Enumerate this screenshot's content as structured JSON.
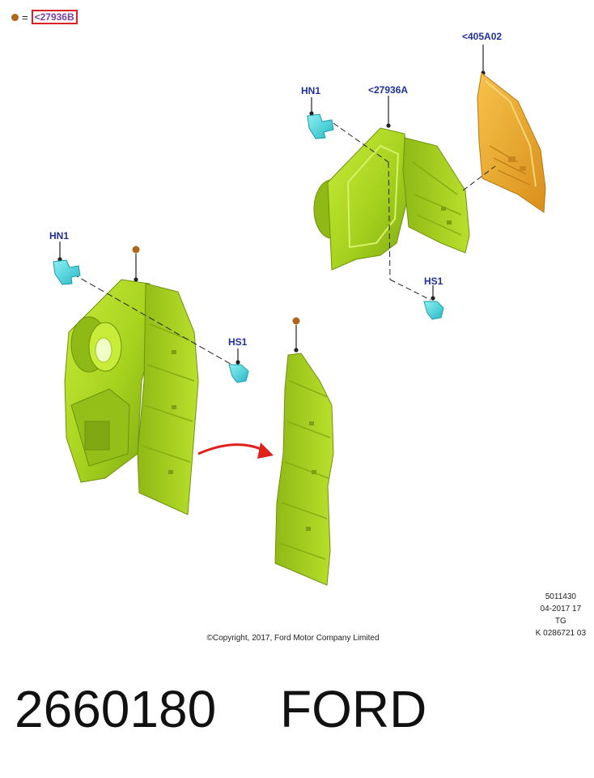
{
  "legend": {
    "symbol": "brown-dot",
    "equals": "=",
    "ref": "<27936B"
  },
  "callouts": {
    "top_right_panel": "<405A02",
    "upper_assembly": "<27936A",
    "upper_hn1": "HN1",
    "upper_hs1": "HS1",
    "lower_hn1": "HN1",
    "lower_hs1": "HS1"
  },
  "meta": {
    "line1": "5011430",
    "line2": "04-2017 17",
    "line3": "TG",
    "line4": "K 0286721 03"
  },
  "copyright": "©Copyright, 2017, Ford Motor Company Limited",
  "part_number": "2660180",
  "brand": "FORD",
  "colors": {
    "housing_green": "#a6d21e",
    "panel_orange": "#e8a72a",
    "clip_cyan": "#4ed8e0",
    "callout_blue": "#1e2fa0",
    "marker_brown": "#b0651a",
    "arrow_red": "#e0201a"
  }
}
